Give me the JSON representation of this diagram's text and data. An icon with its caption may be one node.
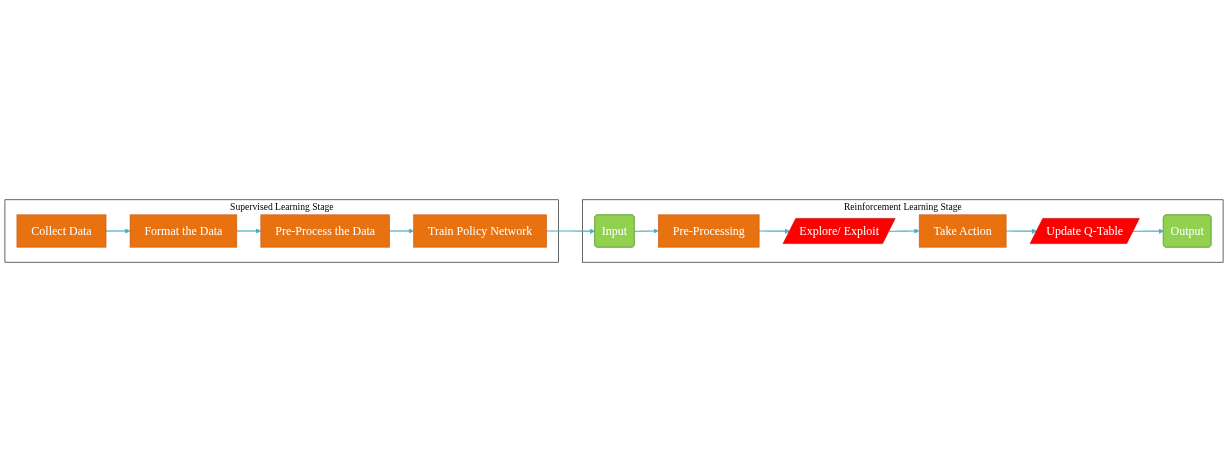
{
  "diagram": {
    "nodes": [
      {
        "text": [
          "Supervised Learning Stage"
        ]
      },
      {
        "text": [
          "Train Policy Network"
        ],
        "in": 0
      },
      {
        "text": [
          "Pre-Process the Data"
        ],
        "in": 0
      },
      {
        "text": [
          "Format the Data"
        ],
        "in": 0
      },
      {
        "text": [
          "Collect Data"
        ],
        "in": 0
      },
      {
        "text": [
          "Reinforcement Learning Stage"
        ]
      },
      {
        "text": [
          "Input"
        ],
        "in": 5
      },
      {
        "text": [
          "Pre-Processing"
        ],
        "in": 5
      },
      {
        "text": [
          "Explore/ Exploit"
        ],
        "in": 5
      },
      {
        "text": [
          "Take Action"
        ],
        "in": 5
      },
      {
        "text": [
          "Update Q-Table"
        ],
        "in": 5
      },
      {
        "text": [
          "Output"
        ],
        "in": 5
      }
    ],
    "edges": [
      {
        "from": 4,
        "to": 3,
        "arrow": "to"
      },
      {
        "from": 3,
        "to": 2,
        "arrow": "to"
      },
      {
        "from": 2,
        "to": 1,
        "arrow": "to"
      },
      {
        "from": 1,
        "to": 6,
        "arrow": "to"
      },
      {
        "from": 6,
        "to": 7,
        "arrow": "to"
      },
      {
        "from": 7,
        "to": 8,
        "arrow": "to"
      },
      {
        "from": 8,
        "to": 9,
        "arrow": "to"
      },
      {
        "from": 9,
        "to": 10,
        "arrow": "to"
      },
      {
        "from": 10,
        "to": 11,
        "arrow": "to"
      }
    ]
  }
}
